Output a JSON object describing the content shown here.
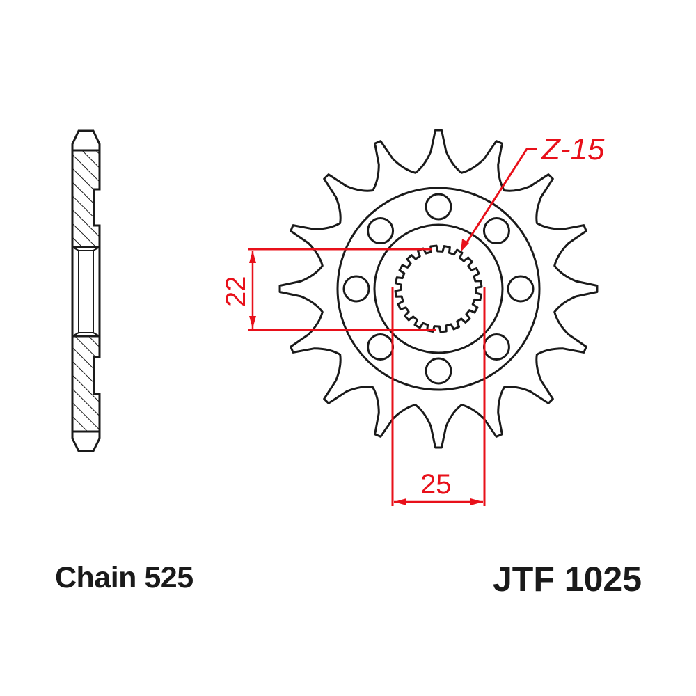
{
  "drawing": {
    "title": "Front sprocket technical drawing",
    "line_color": "#1a1a1a",
    "dimension_color": "#e8101a"
  },
  "labels": {
    "tooth_count": "Z-15",
    "spline_height_dim": "22",
    "spline_width_dim": "25",
    "chain": "Chain 525",
    "part_number": "JTF 1025"
  },
  "specs": {
    "teeth": 15,
    "chain_pitch": "525",
    "bolt_holes": 8,
    "dimension_a": 22,
    "dimension_b": 25
  }
}
